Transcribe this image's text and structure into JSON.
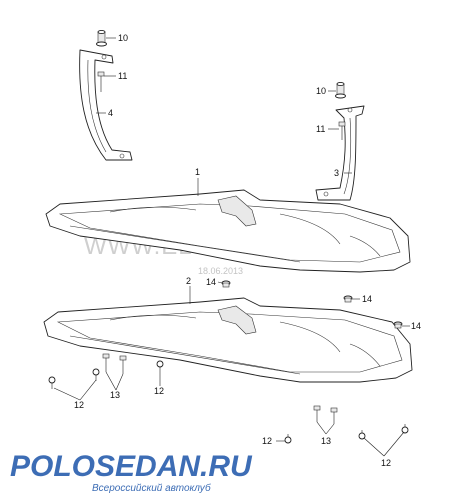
{
  "watermark": {
    "site": "WWW.ELCATS.RU",
    "date": "18.06.2013"
  },
  "brand": {
    "name": "POLOSEDAN.RU",
    "tagline": "Всероссийский автоклуб"
  },
  "callouts": {
    "c1": "1",
    "c2": "2",
    "c3": "3",
    "c4": "4",
    "c10a": "10",
    "c10b": "10",
    "c11a": "11",
    "c11b": "11",
    "c14a": "14",
    "c14b": "14",
    "c14c": "14",
    "c12a": "12",
    "c12b": "12",
    "c12c": "12",
    "c12d": "12",
    "c13a": "13",
    "c13b": "13"
  }
}
